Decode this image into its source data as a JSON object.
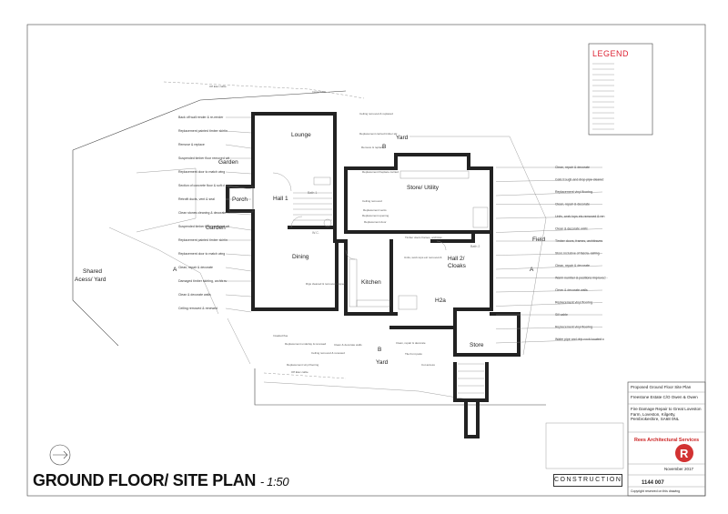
{
  "title": {
    "main": "GROUND FLOOR/ SITE PLAN",
    "scale": "- 1:50"
  },
  "rooms": {
    "lounge": "Lounge",
    "porch": "Porch",
    "hall1": "Hall 1",
    "dining": "Dining",
    "store_utility": "Store/ Utility",
    "kitchen": "Kitchen",
    "hall2": "Hall 2/",
    "hall2_b": "Cloaks",
    "h2a": "H2a",
    "store": "Store",
    "bath2": "Bath 2",
    "bath1": "Bath 1",
    "wc": "W.C."
  },
  "areas": {
    "yard_top": "Yard",
    "yard_bottom": "Yard",
    "garden_top": "Garden",
    "garden_mid": "Garden",
    "field": "Field",
    "shared_1": "Shared",
    "shared_2": "Acess/ Yard"
  },
  "legend": {
    "title": "LEGEND"
  },
  "notes_left": [
    "Back off wall render & re-render",
    "Replacement painted timber skirting, architraves & beads sills",
    "Remove & replace",
    "Suspended timber floor removed with new insulated replacement boarded over floor",
    "Replacement door to match wing",
    "Section of concrete floor & soft dug up and replaced & new section of floor laid",
    "Retrofit ducts, vent & seal",
    "Clean stones cleaning & decorate",
    "Suspended timber floor removed with new insulated replacement mounted over floor",
    "Replacement painted timber skirting, architraves & beads sills",
    "Replacement door to match wing",
    "Clean, repair & decorate",
    "Damaged timber skirting, architraves & rails etc",
    "Clean & decorate walls",
    "Ceiling removed & renewed"
  ],
  "notes_right": [
    "Clean, repair & decorate",
    "Gate trough and drop pipe cleared mesh",
    "Replacement vinyl flooring",
    "Clean, repair & decorate",
    "Units, work tops etc removed & renewed",
    "Clean & decorate walls",
    "Timber doors, frames, architraves etc cleaned & decorated",
    "Store inclusive of fascia, ceiling, cupboards etc cleaned & decorated",
    "Clean, repair & decorate",
    "Warm number & positions improved - to be designed & provided by specialist",
    "Clean & decorate walls",
    "Replacement vinyl flooring",
    "Sill cable",
    "Replacement vinyl flooring",
    "Water pipe and drip cock located on corner. Relocated principal entrance tray"
  ],
  "notes_center": [
    "Off Elec cable",
    "Inspect flue",
    "Ceiling removed & replaced",
    "Replacement carried timber skirting, plinth carpet",
    "Remove & replace",
    "Replacement fireplace carried",
    "Ceiling removed",
    "Replacement vents",
    "Replacement opening",
    "Replacement door",
    "Timber doors frames, architraves etc cleaned & decorated",
    "Units, work tops etc removed & renewed",
    "Rigs cleaned & removed, inspected flue",
    "Replacement underlay & renewed",
    "Clean & decorate walls",
    "Ceiling removed & renewed",
    "Replacement vinyl flooring",
    "Clean, repair & decorate",
    "Tile front patio",
    "Cut access",
    "Off Elec cable",
    "Invaded flue"
  ],
  "title_block": {
    "sheet_title": "Proposed Ground Floor Site Plan",
    "client": "Freestone Estate C/O Owen & Owen",
    "project": "Fire Damage Repair to Great Loveston Farm, Loveston, Kilgetty, Pembrokeshire, SA68 0NL",
    "firm": "Rees Architectural Services",
    "status": "CONSTRUCTION",
    "drawing_no": "1144 007",
    "date": "November 2017",
    "copyright": "Copyright reserved on this drawing"
  },
  "colors": {
    "accent_red": "#d23232",
    "line": "#222222"
  }
}
